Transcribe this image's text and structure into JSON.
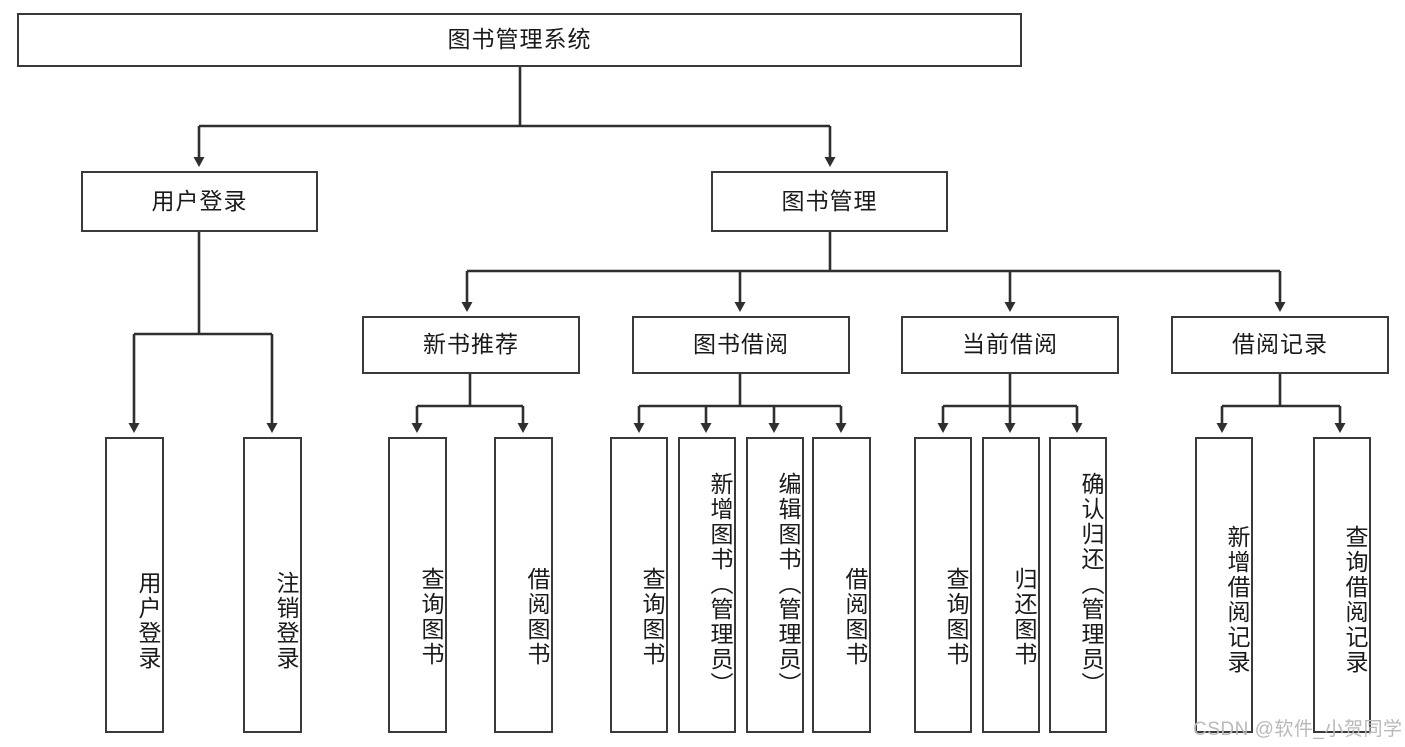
{
  "diagram": {
    "title": "图书管理系统",
    "type": "function-structure-tree",
    "watermark": "CSDN @软件_小贺同学",
    "colors": {
      "box_border": "#3a3a3a",
      "box_fill": "#ffffff",
      "edge": "#2f2f2f",
      "text": "#1a1a1a",
      "watermark": "#b9b9b9",
      "background": "#ffffff"
    },
    "levels": {
      "root": {
        "label": "图书管理系统"
      },
      "level2": [
        {
          "label": "用户登录"
        },
        {
          "label": "图书管理"
        }
      ],
      "level3": [
        {
          "label": "新书推荐"
        },
        {
          "label": "图书借阅"
        },
        {
          "label": "当前借阅"
        },
        {
          "label": "借阅记录"
        }
      ]
    },
    "leaves": {
      "user_login": [
        {
          "label": "用户登录"
        },
        {
          "label": "注销登录"
        }
      ],
      "new_book_recommend": [
        {
          "label": "查询图书"
        },
        {
          "label": "借阅图书"
        }
      ],
      "book_borrow": [
        {
          "label": "查询图书"
        },
        {
          "label": "新增图书（管理员）"
        },
        {
          "label": "编辑图书（管理员）"
        },
        {
          "label": "借阅图书"
        }
      ],
      "current_borrow": [
        {
          "label": "查询图书"
        },
        {
          "label": "归还图书"
        },
        {
          "label": "确认归还（管理员）"
        }
      ],
      "borrow_record": [
        {
          "label": "新增借阅记录"
        },
        {
          "label": "查询借阅记录"
        }
      ]
    }
  }
}
